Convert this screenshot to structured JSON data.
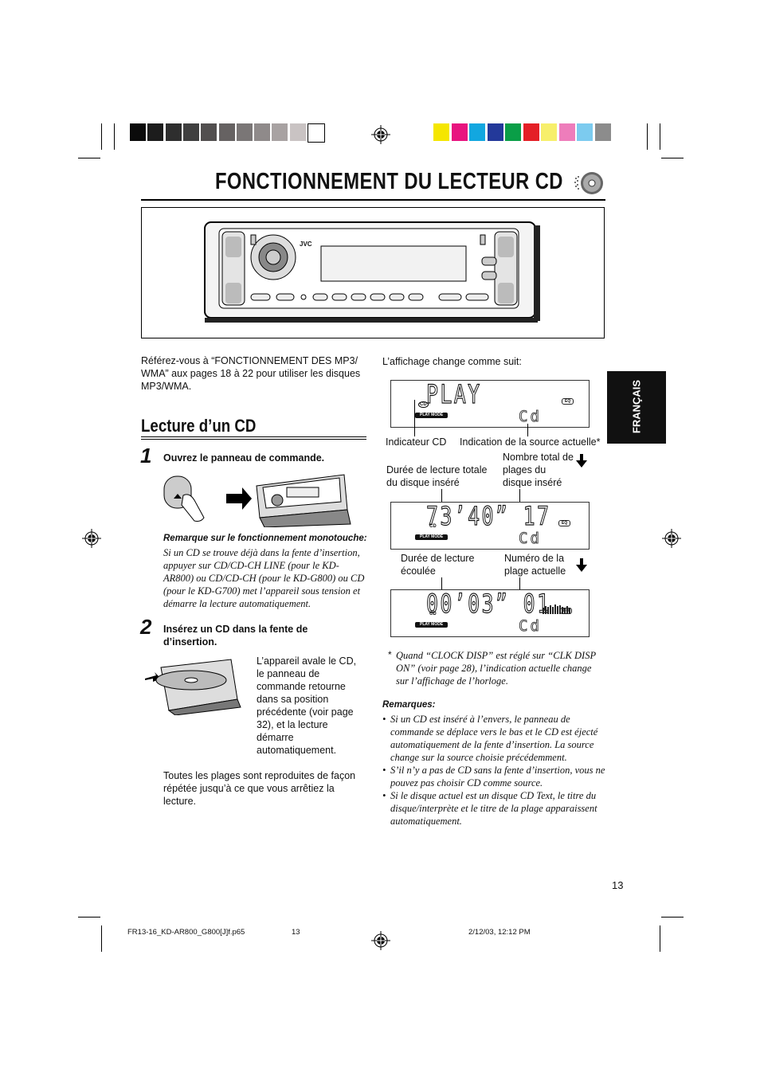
{
  "header": {
    "title": "FONCTIONNEMENT DU LECTEUR CD",
    "icon": "cd-disc-icon",
    "gray_swatches": [
      "#0b0b0b",
      "#1c1c1c",
      "#2e2e2e",
      "#3f3f3f",
      "#524f4f",
      "#666262",
      "#7a7676",
      "#8f8a8a",
      "#a8a2a2",
      "#c9c3c3",
      "#ffffff"
    ],
    "color_swatches": [
      "#f5e600",
      "#e8147f",
      "#12a7e0",
      "#23399a",
      "#0a9e47",
      "#e41f26",
      "#f7ef6b",
      "#ee7dbb",
      "#7ccbef",
      "#8c8c8c"
    ]
  },
  "language_tab": "FRANÇAIS",
  "intro": "Référez-vous à “FONCTIONNEMENT DES MP3/ WMA” aux pages 18 à 22 pour utiliser les disques MP3/WMA.",
  "section": {
    "heading": "Lecture d’un CD",
    "steps": [
      {
        "number": "1",
        "text": "Ouvrez le panneau de commande."
      },
      {
        "number": "2",
        "text": "Insérez un CD dans la fente de d’insertion."
      }
    ],
    "note_title": "Remarque sur le fonctionnement monotouche:",
    "note_text": "Si un CD se trouve déjà dans la fente d’insertion, appuyer sur CD/CD-CH LINE (pour le KD-AR800) ou CD/CD-CH (pour le KD-G800) ou CD (pour le KD-G700) met l’appareil sous tension et démarre la lecture automatiquement.",
    "insert_desc": "L’appareil avale le CD, le panneau de commande retourne dans sa position précédente (voir page 32), et la lecture démarre automatiquement.",
    "repeat_text": "Toutes les plages sont reproduites de façon répétée jusqu’à ce que vous arrêtiez la lecture."
  },
  "display": {
    "intro": "L’affichage change comme suit:",
    "panel_brand": "JVC",
    "screens": [
      {
        "main": "PLAY",
        "source": "Cd",
        "cd_label": "CD",
        "play_mode": "PLAY MODE",
        "eq": "EQ"
      },
      {
        "main": "73’40” 17",
        "source": "Cd",
        "cd_label": "CD",
        "play_mode": "PLAY MODE",
        "eq": "EQ"
      },
      {
        "main": "00’03” 01",
        "source": "Cd",
        "cd_label": "CD",
        "play_mode": "PLAY MODE",
        "eq": "EQ"
      }
    ],
    "labels": {
      "cd_indicator": "Indicateur CD",
      "source_indication": "Indication de la source actuelle*",
      "total_time": "Durée de lecture totale du disque inséré",
      "total_tracks": "Nombre total de plages du disque inséré",
      "elapsed": "Durée de lecture écoulée",
      "current_track": "Numéro de la plage actuelle"
    },
    "footnote_star": "*",
    "footnote": "Quand “CLOCK DISP” est réglé sur “CLK DISP ON” (voir page 28), l’indication actuelle change sur l’affichage de l’horloge."
  },
  "remarks": {
    "title": "Remarques:",
    "items": [
      "Si un CD est inséré à l’envers, le panneau de commande se déplace vers le bas et le CD est éjecté automatiquement de la fente d’insertion. La source change sur la source choisie précédemment.",
      "S’il n’y a pas de CD sans la fente d’insertion, vous ne pouvez pas choisir CD comme source.",
      "Si le disque actuel est un disque CD Text, le titre du disque/interprète et le titre de la plage apparaissent automatiquement."
    ]
  },
  "page_number": "13",
  "footer": {
    "file": "FR13-16_KD-AR800_G800[J]f.p65",
    "page": "13",
    "date": "2/12/03, 12:12 PM"
  }
}
